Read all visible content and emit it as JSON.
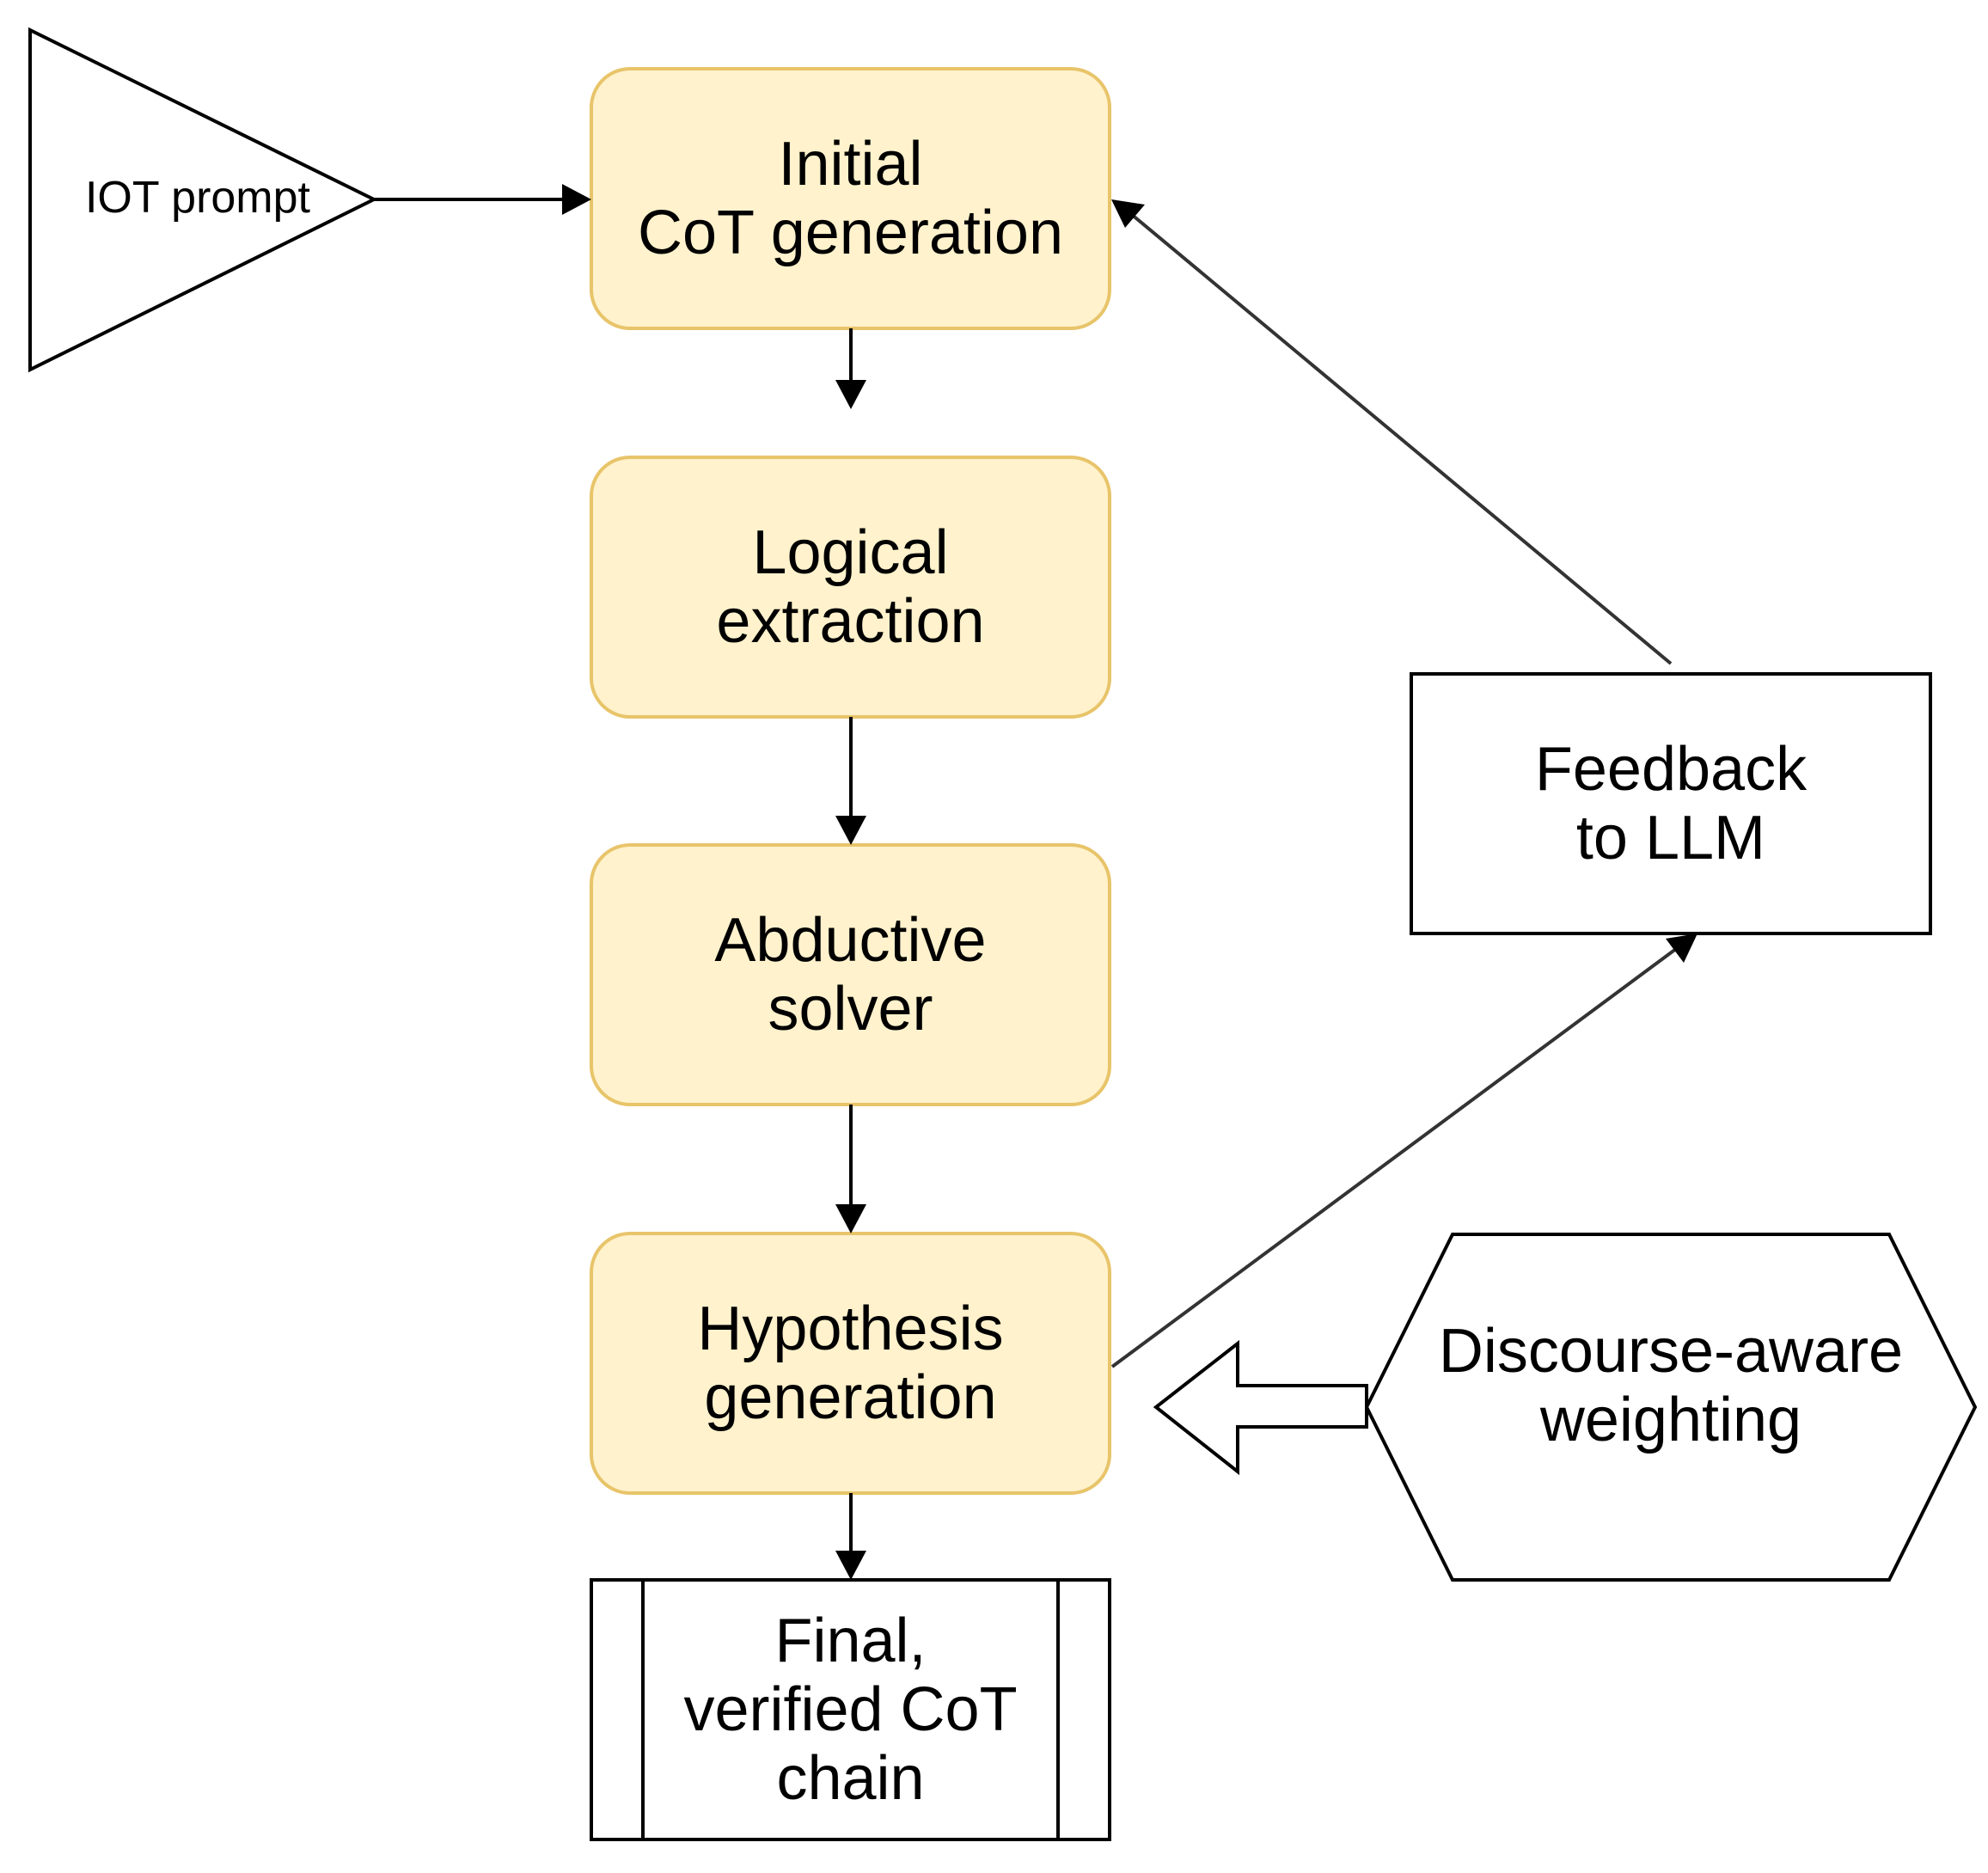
{
  "diagram": {
    "input": {
      "label": "IOT prompt"
    },
    "process_steps": [
      {
        "lines": [
          "Initial",
          "CoT generation"
        ]
      },
      {
        "lines": [
          "Logical",
          "extraction"
        ]
      },
      {
        "lines": [
          "Abductive",
          "solver"
        ]
      },
      {
        "lines": [
          "Hypothesis",
          "generation"
        ]
      }
    ],
    "feedback": {
      "lines": [
        "Feedback",
        "to LLM"
      ]
    },
    "weighting": {
      "lines": [
        "Discourse-aware",
        "weighting"
      ]
    },
    "output": {
      "lines": [
        "Final,",
        "verified CoT",
        "chain"
      ]
    },
    "colors": {
      "process_fill": "#fff2cc",
      "process_stroke": "#e8c46a",
      "line": "#000000",
      "feedback_line": "#333333"
    }
  }
}
